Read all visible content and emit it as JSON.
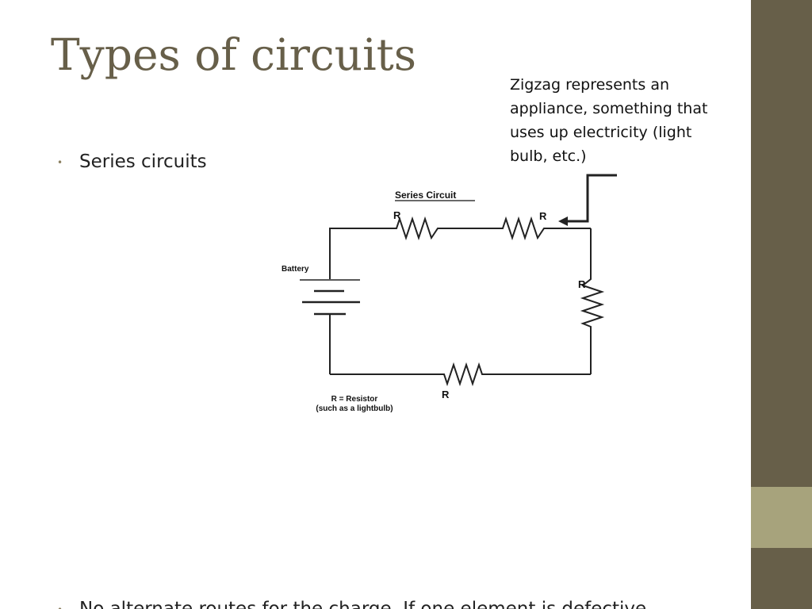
{
  "slide": {
    "title": "Types of circuits",
    "bullets": [
      {
        "text": "Series circuits"
      },
      {
        "text": "No alternate routes for the charge. If one element is defective"
      }
    ],
    "callout": "Zigzag represents an appliance, something that uses up electricity (light bulb, etc.)"
  },
  "diagram": {
    "title": "Series Circuit",
    "battery_label": "Battery",
    "resistor_labels": [
      "R",
      "R",
      "R",
      "R"
    ],
    "legend_line1": "R = Resistor",
    "legend_line2": "(such as a lightbulb)"
  },
  "colors": {
    "sidebar": "#675f49",
    "sidebar_accent": "#a7a37c",
    "title": "#675f49"
  }
}
